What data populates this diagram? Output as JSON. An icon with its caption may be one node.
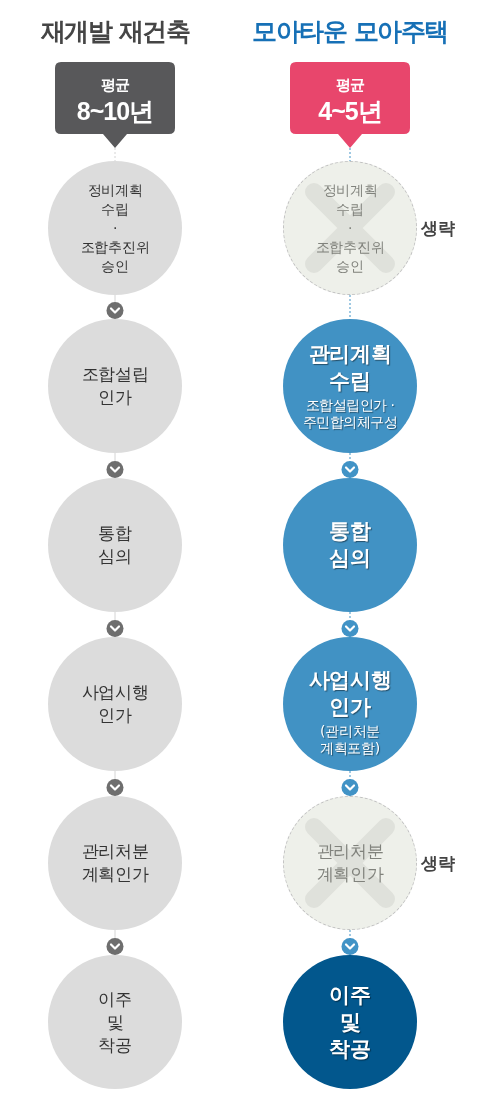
{
  "diagram": {
    "nodes": [
      {
        "text": [
          "평균",
          "8~10년"
        ]
      },
      {
        "text": [
          "정비계획 수립 · 조합추진위 승인"
        ]
      },
      {
        "text": [
          "조합설립 인가"
        ]
      },
      {
        "text": [
          "통합 심의"
        ]
      },
      {
        "text": [
          "사업시행 인가"
        ]
      },
      {
        "text": [
          "관리처분 계획인가"
        ]
      },
      {
        "text": [
          "이주 및 착공"
        ]
      },
      {
        "text": [
          "평균",
          "4~5년"
        ]
      },
      {
        "text": [
          "정비계획 수립 · 조합추진위 승인"
        ],
        "beside": [
          "생략"
        ]
      },
      {
        "text": [
          "관리계획 수립",
          "조합설립인가 · 주민합의체구성"
        ]
      },
      {
        "text": [
          "통합 심의"
        ]
      },
      {
        "text": [
          "사업시행 인가",
          "(관리처분 계획포함)"
        ]
      },
      {
        "text": [
          "관리처분 계획인가"
        ],
        "beside": [
          "생략"
        ]
      },
      {
        "text": [
          "이주 및 착공"
        ]
      }
    ],
    "edges": [
      {
        "from": 0,
        "to": 1,
        "arrow": "none",
        "style": "dashed"
      },
      {
        "from": 1,
        "to": 2,
        "arrow": "to"
      },
      {
        "from": 2,
        "to": 3,
        "arrow": "to"
      },
      {
        "from": 3,
        "to": 4,
        "arrow": "to"
      },
      {
        "from": 4,
        "to": 5,
        "arrow": "to"
      },
      {
        "from": 5,
        "to": 6,
        "arrow": "to"
      },
      {
        "from": 7,
        "to": 8,
        "arrow": "none",
        "style": "dashed",
        "color": "#4193c6"
      },
      {
        "from": 8,
        "to": 9,
        "arrow": "none",
        "style": "dashed",
        "color": "#4193c6"
      },
      {
        "from": 9,
        "to": 10,
        "arrow": "to",
        "style": "dashed",
        "color": "#4193c6"
      },
      {
        "from": 10,
        "to": 11,
        "arrow": "to",
        "style": "dashed",
        "color": "#4193c6"
      },
      {
        "from": 11,
        "to": 12,
        "arrow": "to",
        "style": "dashed",
        "color": "#4193c6"
      },
      {
        "from": 12,
        "to": 13,
        "arrow": "to",
        "style": "dashed",
        "color": "#4193c6"
      }
    ],
    "labels": [
      "재개발 재건축",
      "모아타운 모아주택"
    ]
  }
}
